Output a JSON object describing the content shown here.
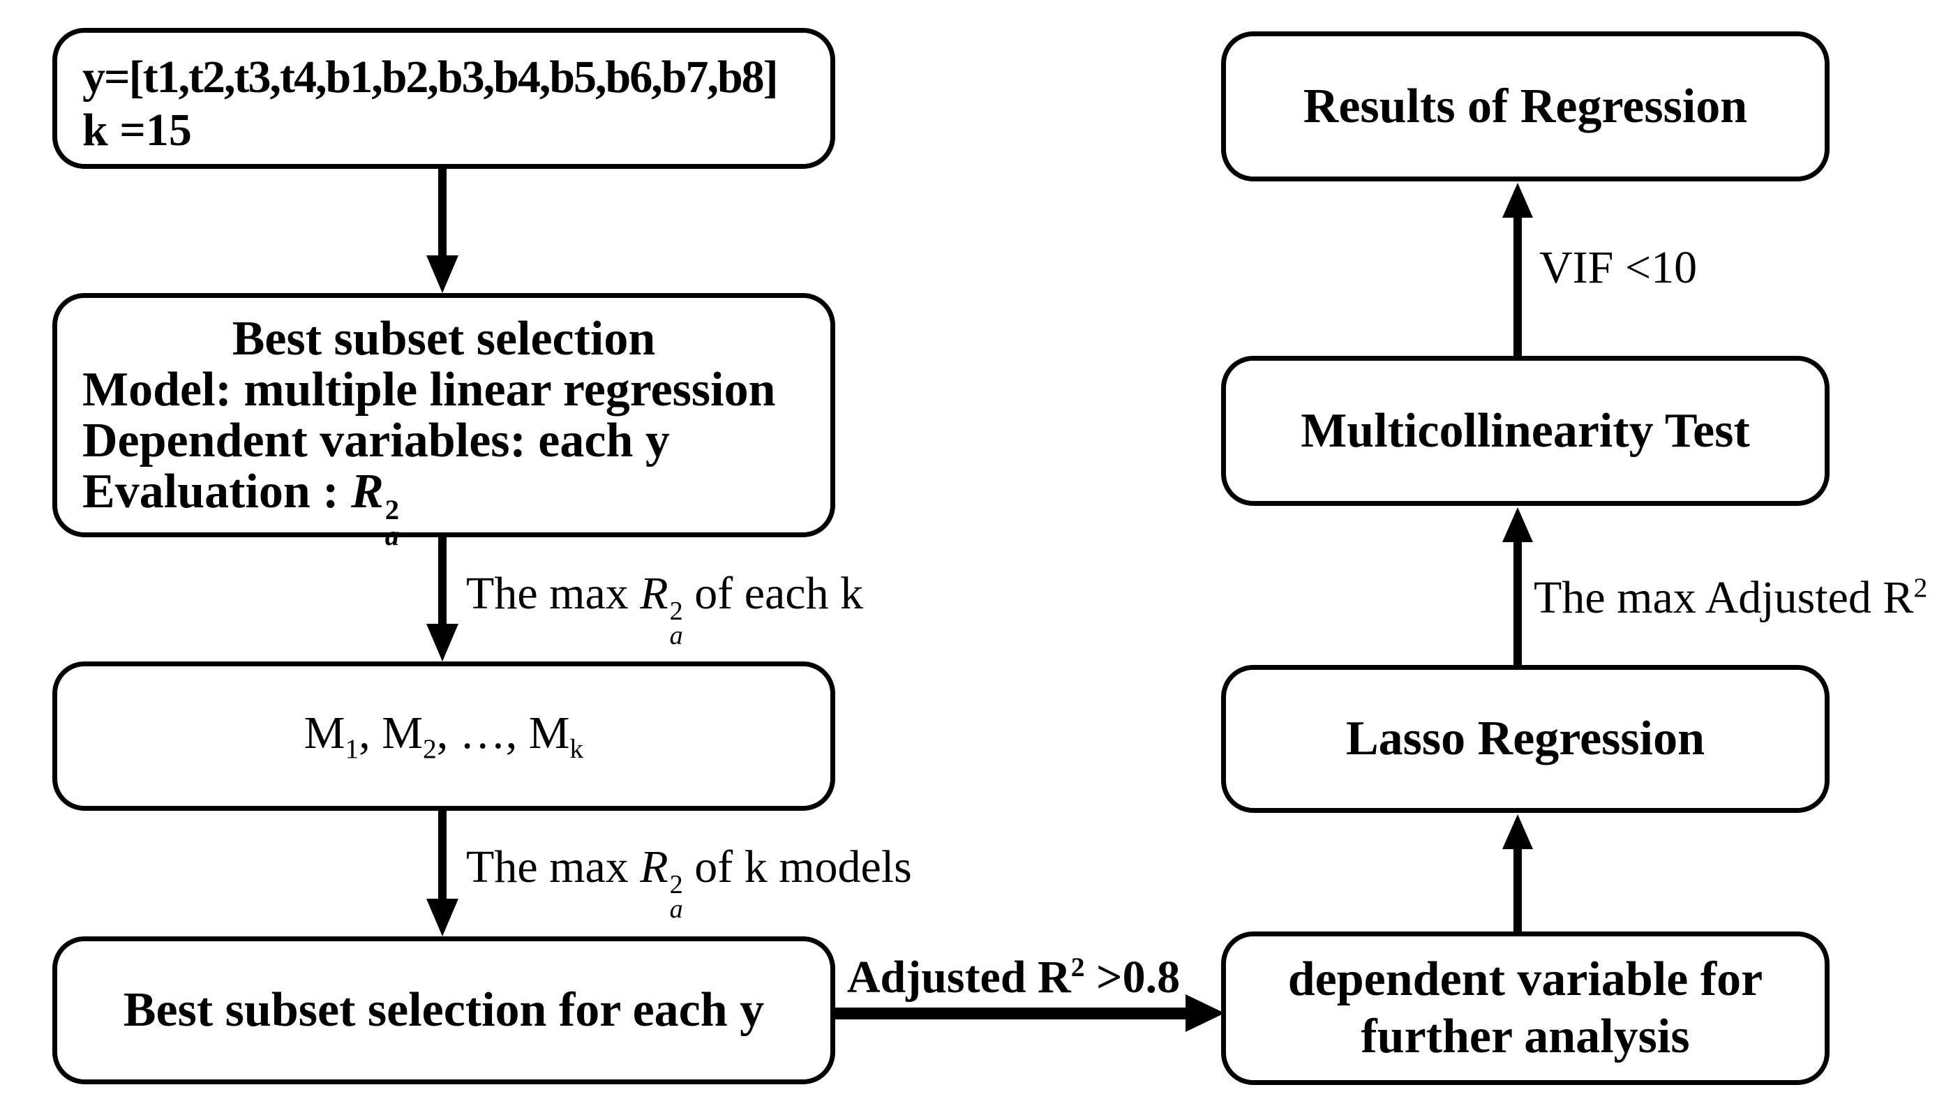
{
  "colors": {
    "ink": "#000000",
    "paper": "#ffffff"
  },
  "boxes": {
    "input": {
      "line1": "y=[t1,t2,t3,t4,b1,b2,b3,b4,b5,b6,b7,b8]",
      "line2": "k =15"
    },
    "best_subset": {
      "title": "Best subset selection",
      "model_line": "Model: multiple linear regression",
      "dependent_line": "Dependent variables: each y",
      "evaluation_prefix": "Evaluation : ",
      "r_var": "R",
      "r_sup": "2",
      "r_sub": "a"
    },
    "models": {
      "m": "M",
      "sub1": "1",
      "sep1": ", ",
      "sub2": "2",
      "sep2": ", …, ",
      "subk": "k"
    },
    "best_subset_each_y": {
      "label": "Best subset selection for each y"
    },
    "dependent_variable": {
      "line1": "dependent variable for",
      "line2": "further analysis"
    },
    "lasso": {
      "label": "Lasso Regression"
    },
    "multicollinearity": {
      "label": "Multicollinearity Test"
    },
    "results": {
      "label": "Results of Regression"
    }
  },
  "edge_labels": {
    "max_each_k": {
      "prefix": "The max ",
      "r_var": "R",
      "r_sup": "2",
      "r_sub": "a",
      "suffix": " of each k"
    },
    "max_k_models": {
      "prefix": "The max ",
      "r_var": "R",
      "r_sup": "2",
      "r_sub": "a",
      "suffix": " of k models"
    },
    "adjusted_r2": {
      "prefix": "Adjusted R",
      "sup": "2",
      "suffix": " >0.8"
    },
    "vif": {
      "label": "VIF <10"
    },
    "max_adjusted_r2": {
      "prefix": "The max Adjusted R",
      "sup": "2"
    }
  }
}
